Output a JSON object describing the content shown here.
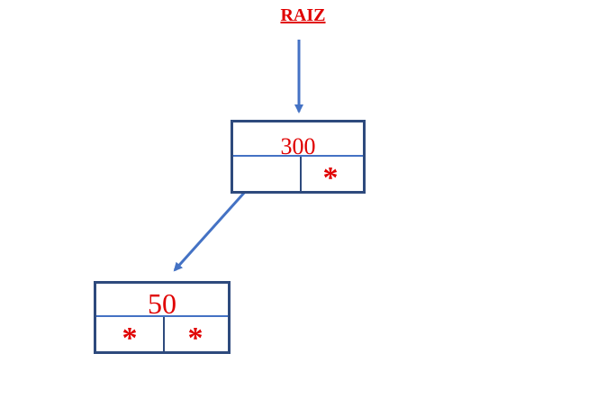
{
  "root": {
    "label": "RAIZ"
  },
  "nodes": [
    {
      "value": "300",
      "left_pointer": "",
      "right_pointer": "*"
    },
    {
      "value": "50",
      "left_pointer": "*",
      "right_pointer": "*"
    }
  ],
  "colors": {
    "text": "#e00000",
    "border": "#2e4a7d",
    "arrow": "#4472c4"
  }
}
